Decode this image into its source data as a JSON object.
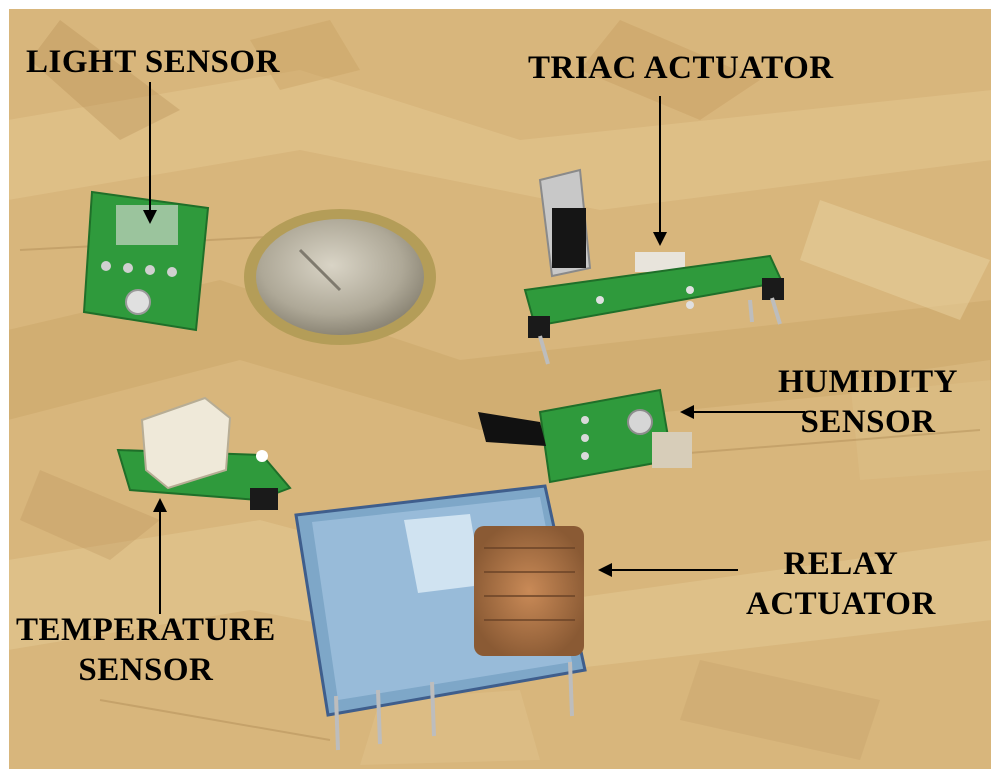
{
  "labels": {
    "light_sensor": "LIGHT SENSOR",
    "triac_actuator": "TRIAC ACTUATOR",
    "humidity_sensor": [
      "HUMIDITY",
      "SENSOR"
    ],
    "relay_actuator": [
      "RELAY",
      "ACTUATOR"
    ],
    "temperature_sensor": [
      "TEMPERATURE",
      "SENSOR"
    ]
  },
  "colors": {
    "board": "#d8b67c",
    "pcb": "#2f9a3c",
    "relay": "#8fb6d4",
    "coin": "#b9b3a4",
    "text": "#000000"
  }
}
